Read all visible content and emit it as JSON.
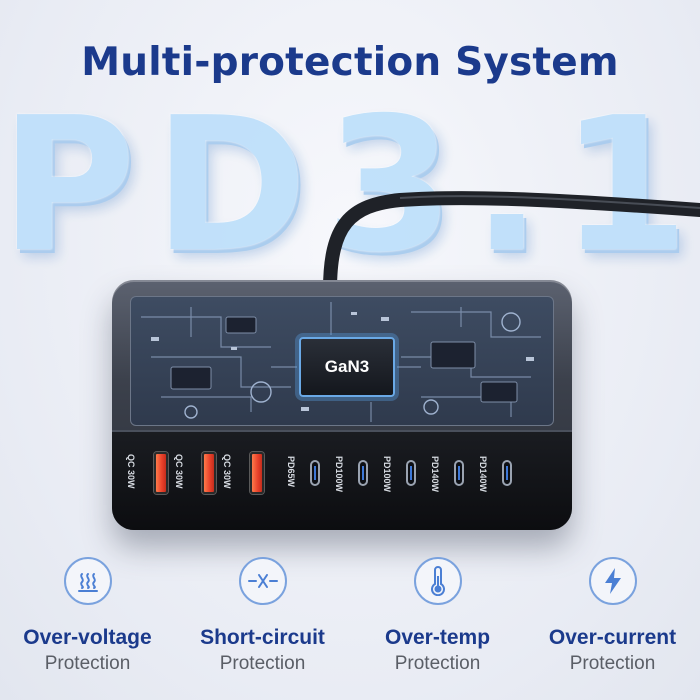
{
  "headline": "Multi-protection System",
  "background_text": "PD3.1",
  "chip_label": "GaN3",
  "ports": [
    {
      "type": "usb-a",
      "label": "QC 30W"
    },
    {
      "type": "usb-a",
      "label": "QC 30W"
    },
    {
      "type": "usb-a",
      "label": "QC 30W"
    },
    {
      "type": "usb-c",
      "label": "PD65W"
    },
    {
      "type": "usb-c",
      "label": "PD100W"
    },
    {
      "type": "usb-c",
      "label": "PD100W"
    },
    {
      "type": "usb-c",
      "label": "PD140W"
    },
    {
      "type": "usb-c",
      "label": "PD140W"
    }
  ],
  "features": [
    {
      "icon": "heat-waves-icon",
      "title": "Over-voltage",
      "subtitle": "Protection"
    },
    {
      "icon": "short-circuit-icon",
      "title": "Short-circuit",
      "subtitle": "Protection"
    },
    {
      "icon": "thermometer-icon",
      "title": "Over-temp",
      "subtitle": "Protection"
    },
    {
      "icon": "lightning-bolt-icon",
      "title": "Over-current",
      "subtitle": "Protection"
    }
  ],
  "colors": {
    "headline": "#1b3a8c",
    "background_text": "#bfe0fb",
    "usb_a_port": "#e8402a",
    "usb_c_accent": "#3d78d8",
    "icon_accent": "#4b7fd4"
  }
}
